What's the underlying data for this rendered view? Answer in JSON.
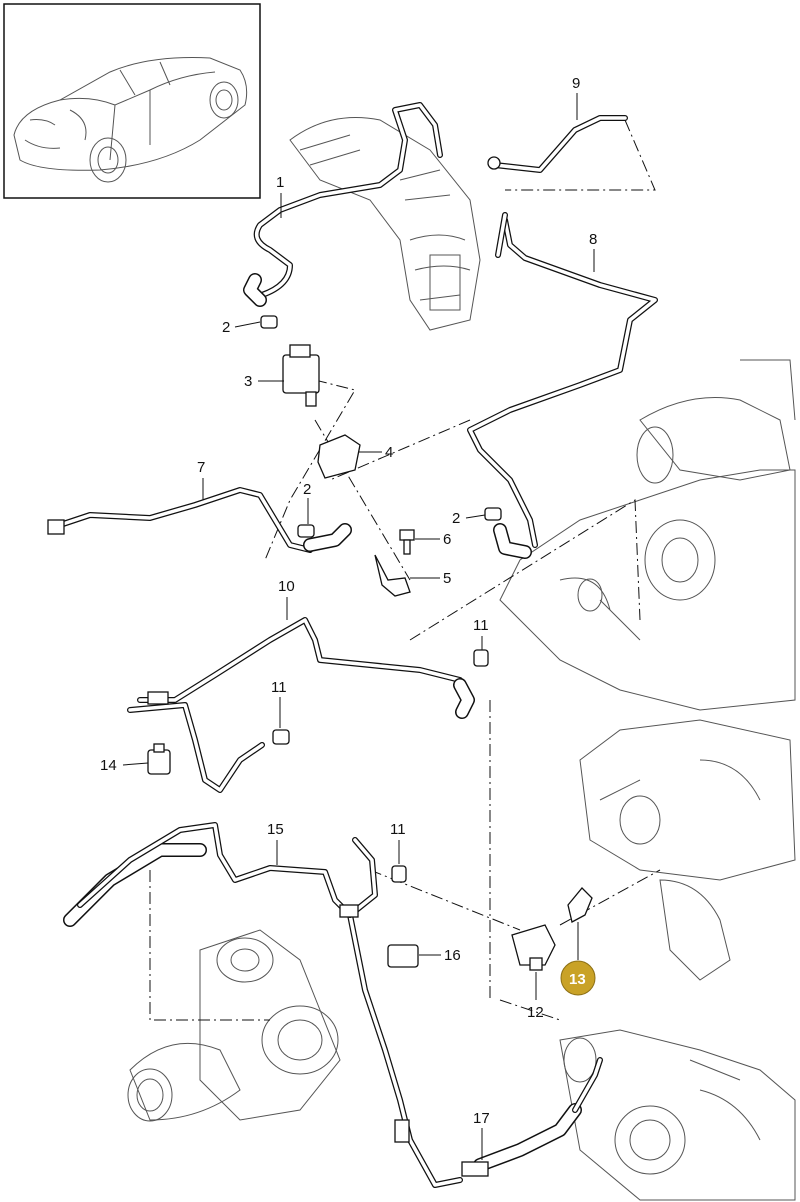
{
  "diagram": {
    "labels": [
      {
        "id": "1",
        "text": "1"
      },
      {
        "id": "2a",
        "text": "2"
      },
      {
        "id": "3",
        "text": "3"
      },
      {
        "id": "4",
        "text": "4"
      },
      {
        "id": "2b",
        "text": "2"
      },
      {
        "id": "2c",
        "text": "2"
      },
      {
        "id": "5",
        "text": "5"
      },
      {
        "id": "6",
        "text": "6"
      },
      {
        "id": "7",
        "text": "7"
      },
      {
        "id": "8",
        "text": "8"
      },
      {
        "id": "9",
        "text": "9"
      },
      {
        "id": "10",
        "text": "10"
      },
      {
        "id": "11a",
        "text": "11"
      },
      {
        "id": "11b",
        "text": "11"
      },
      {
        "id": "11c",
        "text": "11"
      },
      {
        "id": "12",
        "text": "12"
      },
      {
        "id": "13",
        "text": "13"
      },
      {
        "id": "14",
        "text": "14"
      },
      {
        "id": "15",
        "text": "15"
      },
      {
        "id": "16",
        "text": "16"
      },
      {
        "id": "17",
        "text": "17"
      }
    ],
    "highlight_color": "#c9a227",
    "inset_icon": "car-icon"
  }
}
